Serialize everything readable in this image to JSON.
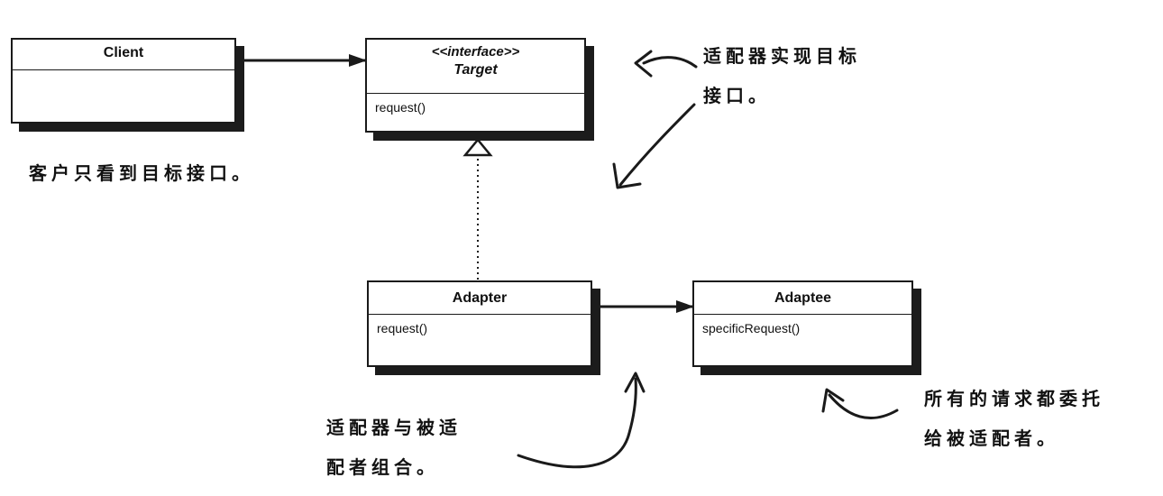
{
  "classes": {
    "client": {
      "name": "Client",
      "method": ""
    },
    "target": {
      "stereotype": "<<interface>>",
      "name": "Target",
      "method": "request()"
    },
    "adapter": {
      "name": "Adapter",
      "method": "request()"
    },
    "adaptee": {
      "name": "Adaptee",
      "method": "specificRequest()"
    }
  },
  "notes": {
    "client_note": "客户只看到目标接口。",
    "target_note_line1": "适配器实现目标",
    "target_note_line2": "接口。",
    "adapter_note_line1": "适配器与被适",
    "adapter_note_line2": "配者组合。",
    "adaptee_note_line1": "所有的请求都委托",
    "adaptee_note_line2": "给被适配者。"
  },
  "colors": {
    "ink": "#1a1a1a",
    "shadow": "#1c1c1c",
    "background": "#ffffff"
  }
}
